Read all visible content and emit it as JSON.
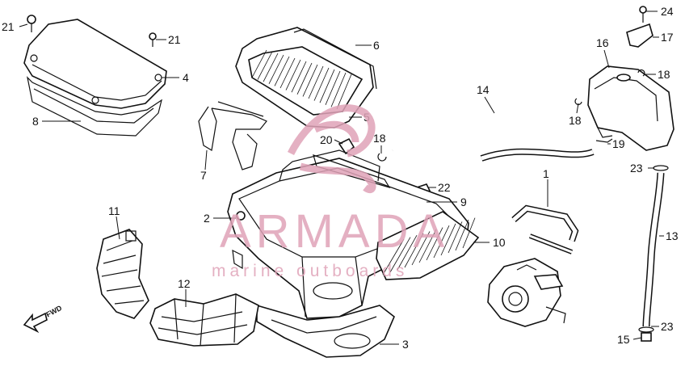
{
  "diagram": {
    "callouts": [
      {
        "id": "c21a",
        "text": "21"
      },
      {
        "id": "c21b",
        "text": "21"
      },
      {
        "id": "c4",
        "text": "4"
      },
      {
        "id": "c8",
        "text": "8"
      },
      {
        "id": "c6",
        "text": "6"
      },
      {
        "id": "c5",
        "text": "5"
      },
      {
        "id": "c7",
        "text": "7"
      },
      {
        "id": "c20",
        "text": "20"
      },
      {
        "id": "c18a",
        "text": "18"
      },
      {
        "id": "c14",
        "text": "14"
      },
      {
        "id": "c18b",
        "text": "18"
      },
      {
        "id": "c16",
        "text": "16"
      },
      {
        "id": "c24",
        "text": "24"
      },
      {
        "id": "c17",
        "text": "17"
      },
      {
        "id": "c18c",
        "text": "18"
      },
      {
        "id": "c19",
        "text": "19"
      },
      {
        "id": "c23a",
        "text": "23"
      },
      {
        "id": "c1",
        "text": "1"
      },
      {
        "id": "c22",
        "text": "22"
      },
      {
        "id": "c9",
        "text": "9"
      },
      {
        "id": "c2",
        "text": "2"
      },
      {
        "id": "c10",
        "text": "10"
      },
      {
        "id": "c11",
        "text": "11"
      },
      {
        "id": "c12",
        "text": "12"
      },
      {
        "id": "c3",
        "text": "3"
      },
      {
        "id": "c13",
        "text": "13"
      },
      {
        "id": "c23b",
        "text": "23"
      },
      {
        "id": "c15",
        "text": "15"
      }
    ],
    "fwd_label": "FWD"
  },
  "watermark": {
    "brand": "ARMADA",
    "tagline": "marine outboards",
    "color": "#e0a3b8"
  }
}
